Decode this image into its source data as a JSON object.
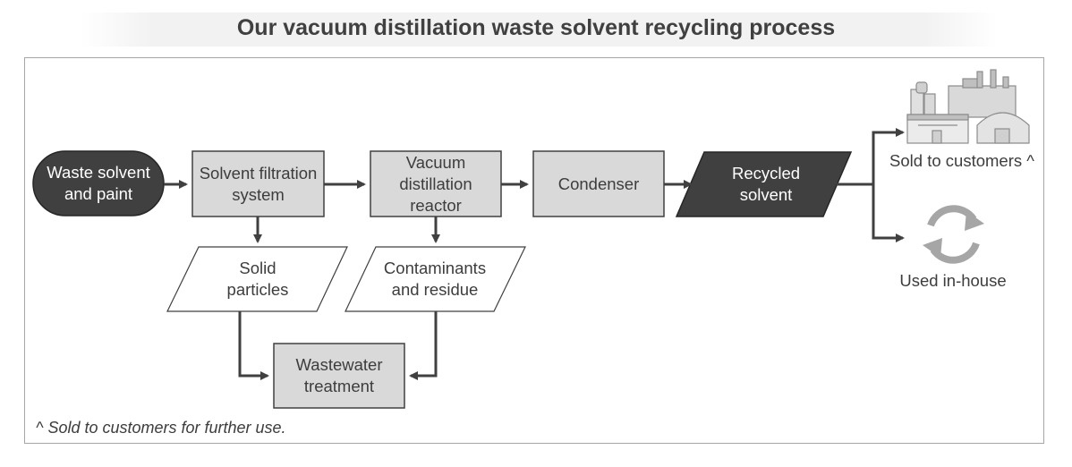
{
  "title": "Our vacuum distillation waste solvent recycling process",
  "nodes": {
    "waste_solvent": "Waste solvent\nand paint",
    "filtration": "Solvent filtration\nsystem",
    "reactor": "Vacuum\ndistillation\nreactor",
    "condenser": "Condenser",
    "recycled": "Recycled\nsolvent",
    "solid_particles": "Solid\nparticles",
    "contaminants": "Contaminants\nand residue",
    "wastewater": "Wastewater\ntreatment"
  },
  "outputs": {
    "sold": "Sold to customers ^",
    "in_house": "Used in-house"
  },
  "footnote": "^ Sold to customers for further use.",
  "icons": {
    "sold": "factory-icon",
    "in_house": "recycle-icon"
  },
  "colors": {
    "dark_fill": "#404040",
    "light_fill": "#d9d9d9",
    "arrow": "#404040"
  }
}
